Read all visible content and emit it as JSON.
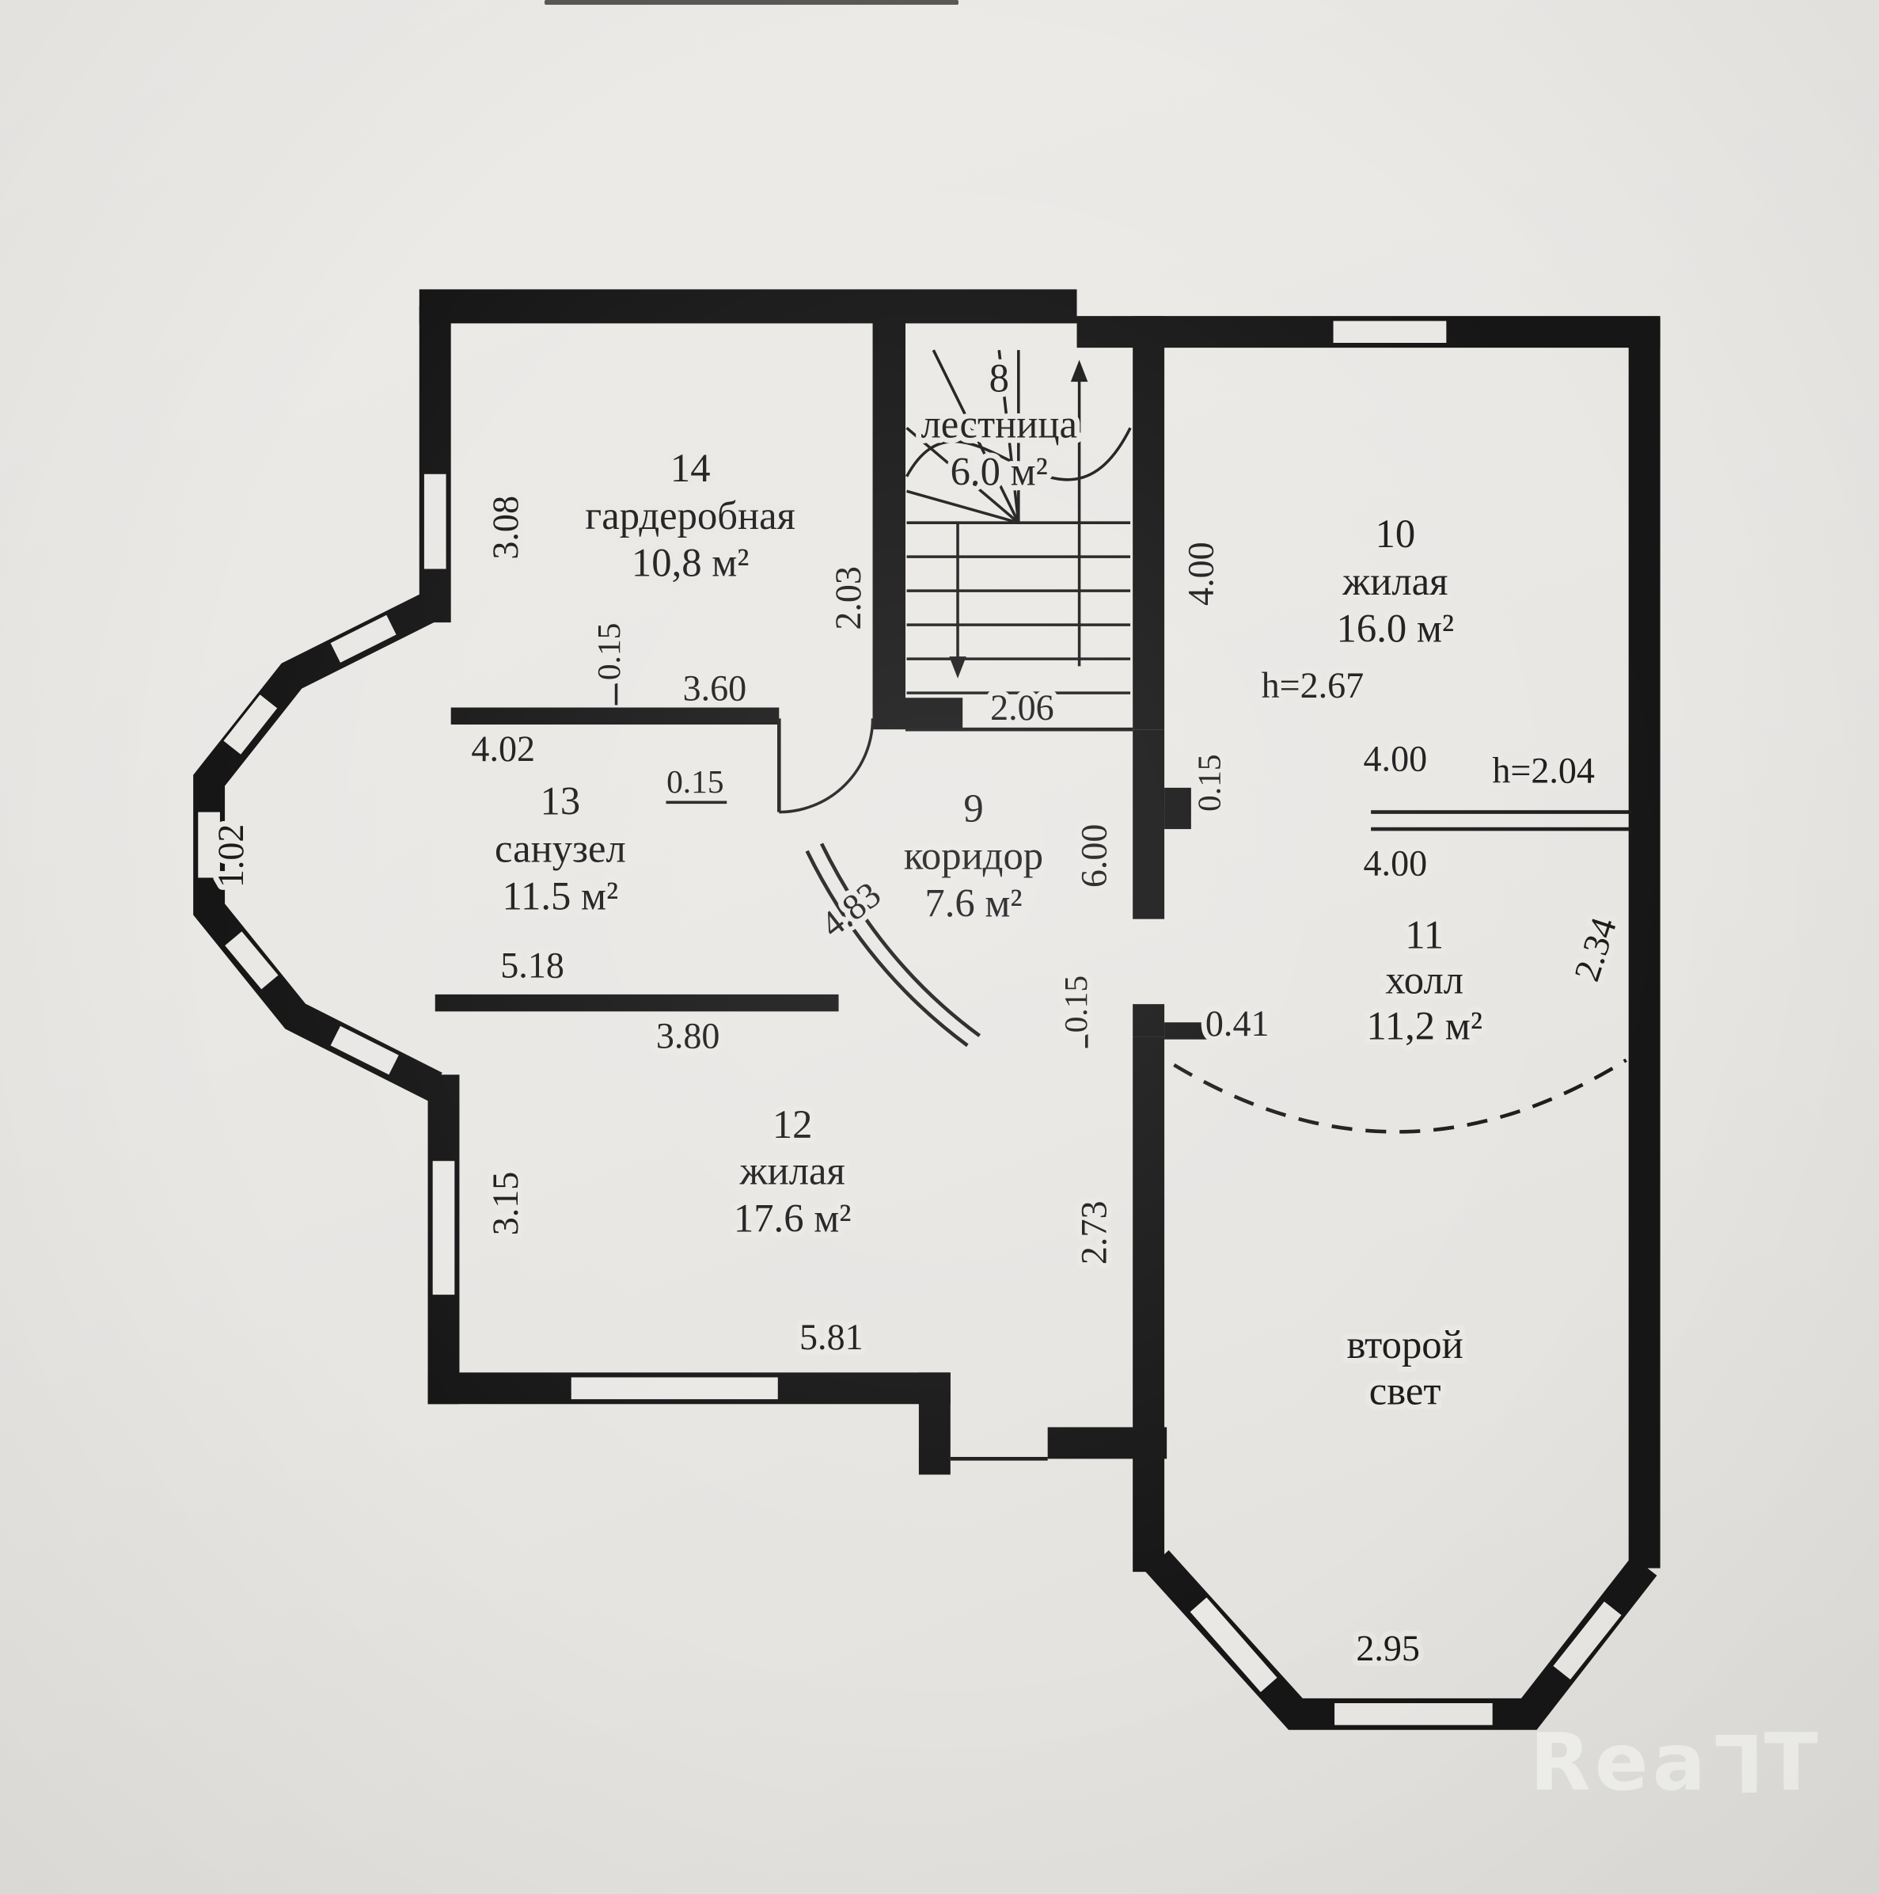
{
  "colors": {
    "ink": "#161616",
    "paper": "#eae8e5",
    "watermark": "rgba(252,251,248,0.62)"
  },
  "rooms": {
    "stairs": {
      "number": "8",
      "name": "лестница",
      "area": "6.0 м²"
    },
    "wardrobe": {
      "number": "14",
      "name": "гардеробная",
      "area": "10,8 м²"
    },
    "living10": {
      "number": "10",
      "name": "жилая",
      "area": "16.0 м²"
    },
    "bathroom": {
      "number": "13",
      "name": "санузел",
      "area": "11.5 м²"
    },
    "corridor": {
      "number": "9",
      "name": "коридор",
      "area": "7.6 м²"
    },
    "hall": {
      "number": "11",
      "name": "холл",
      "area": "11,2 м²"
    },
    "living12": {
      "number": "12",
      "name": "жилая",
      "area": "17.6 м²"
    },
    "void": {
      "name_line1": "второй",
      "name_line2": "свет"
    }
  },
  "dims": {
    "d308": "3.08",
    "d203": "2.03",
    "d015_a": "0.15",
    "d360": "3.60",
    "d402": "4.02",
    "d015_b": "0.15",
    "d102": "1.02",
    "d518": "5.18",
    "d380": "3.80",
    "d483": "4.83",
    "d206": "2.06",
    "d600": "6.00",
    "d400_a": "4.00",
    "d015_c": "0.15",
    "h267": "h=2.67",
    "d400_b": "4.00",
    "h204": "h=2.04",
    "d400_c": "4.00",
    "d234": "2.34",
    "d015_d": "0.15",
    "d041": "0.41",
    "d273": "2.73",
    "d315": "3.15",
    "d581": "5.81",
    "d295": "2.95"
  },
  "watermark": {
    "letters": [
      "R",
      "e",
      "a",
      "L",
      "T"
    ]
  }
}
